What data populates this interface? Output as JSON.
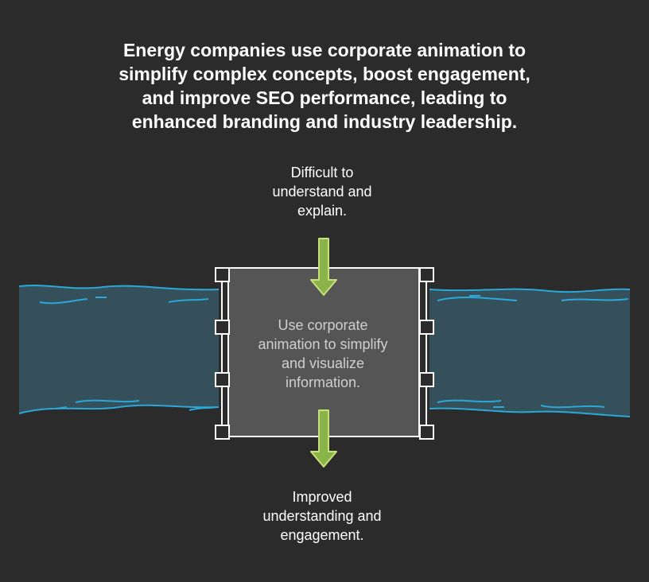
{
  "title": "Energy companies use corporate animation to\nsimplify complex concepts, boost engagement,\nand improve SEO performance, leading to\nenhanced branding and industry leadership.",
  "problem_label": "Difficult to\nunderstand and\nexplain.",
  "solution_label": "Use corporate\nanimation to simplify\nand visualize\ninformation.",
  "outcome_label": "Improved\nunderstanding and\nengagement.",
  "colors": {
    "background": "#2b2b2b",
    "water_fill": "#35505a",
    "water_line": "#2aa8d8",
    "dam_fill": "#555555",
    "dam_stroke": "#ffffff",
    "arrow_fill": "#8ab34a",
    "arrow_stroke": "#c6e07a"
  }
}
